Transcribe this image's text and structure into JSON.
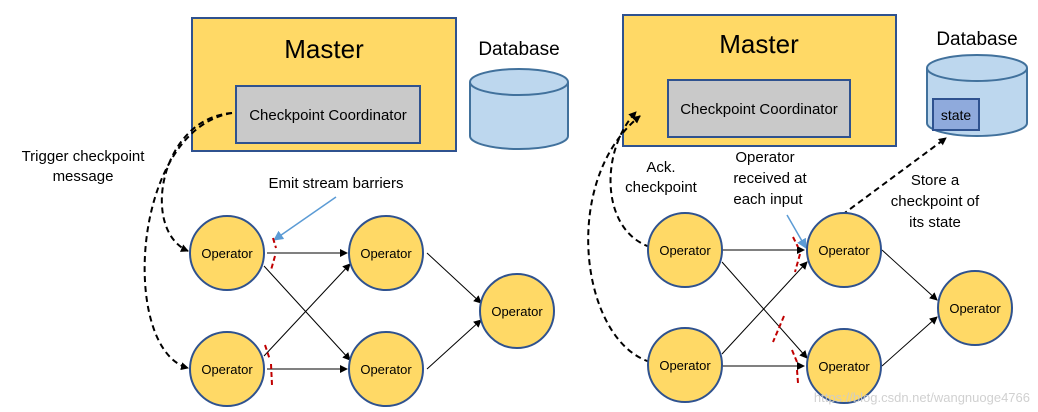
{
  "colors": {
    "master_fill": "#FFD966",
    "box_stroke": "#2F528F",
    "coordinator_fill": "#C9C9C9",
    "database_fill": "#BDD7EE",
    "database_stroke": "#41719C",
    "operator_fill": "#FFD966",
    "operator_stroke": "#2F528F",
    "barrier": "#C00000",
    "pointer_arrow": "#5B9BD5",
    "state_fill": "#8FAADC"
  },
  "left": {
    "master_label": "Master",
    "coordinator_label": "Checkpoint  Coordinator",
    "database_label": "Database",
    "trigger_label": [
      "Trigger checkpoint",
      "message"
    ],
    "barriers_label": "Emit stream barriers",
    "operators": [
      "Operator",
      "Operator",
      "Operator",
      "Operator",
      "Operator"
    ]
  },
  "right": {
    "master_label": "Master",
    "coordinator_label": "Checkpoint  Coordinator",
    "database_label": "Database",
    "state_label": "state",
    "ack_label": [
      "Ack.",
      "checkpoint"
    ],
    "received_label": [
      "Operator",
      "received at",
      "each input"
    ],
    "store_label": [
      "Store a",
      "checkpoint of",
      "its state"
    ],
    "operators": [
      "Operator",
      "Operator",
      "Operator",
      "Operator",
      "Operator"
    ]
  },
  "watermark": "https://blog.csdn.net/wangnuoge4766"
}
